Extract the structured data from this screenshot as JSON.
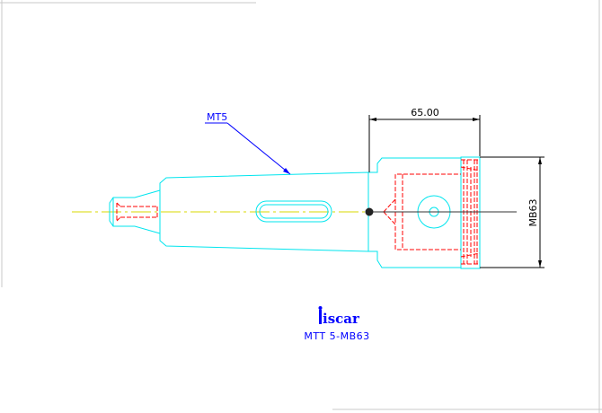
{
  "drawing": {
    "taper_label": "MT5",
    "length_dimension": "65.00",
    "diameter_dimension": "MB63",
    "logo_text": "iscar",
    "part_number": "MTT 5-MB63"
  },
  "colors": {
    "outline": "#00e5ee",
    "hidden": "#ff0000",
    "centerline": "#d8d800",
    "dimension": "#000000",
    "callout": "#0000ff",
    "logo": "#0000ff",
    "frame": "#c8c8c8"
  }
}
